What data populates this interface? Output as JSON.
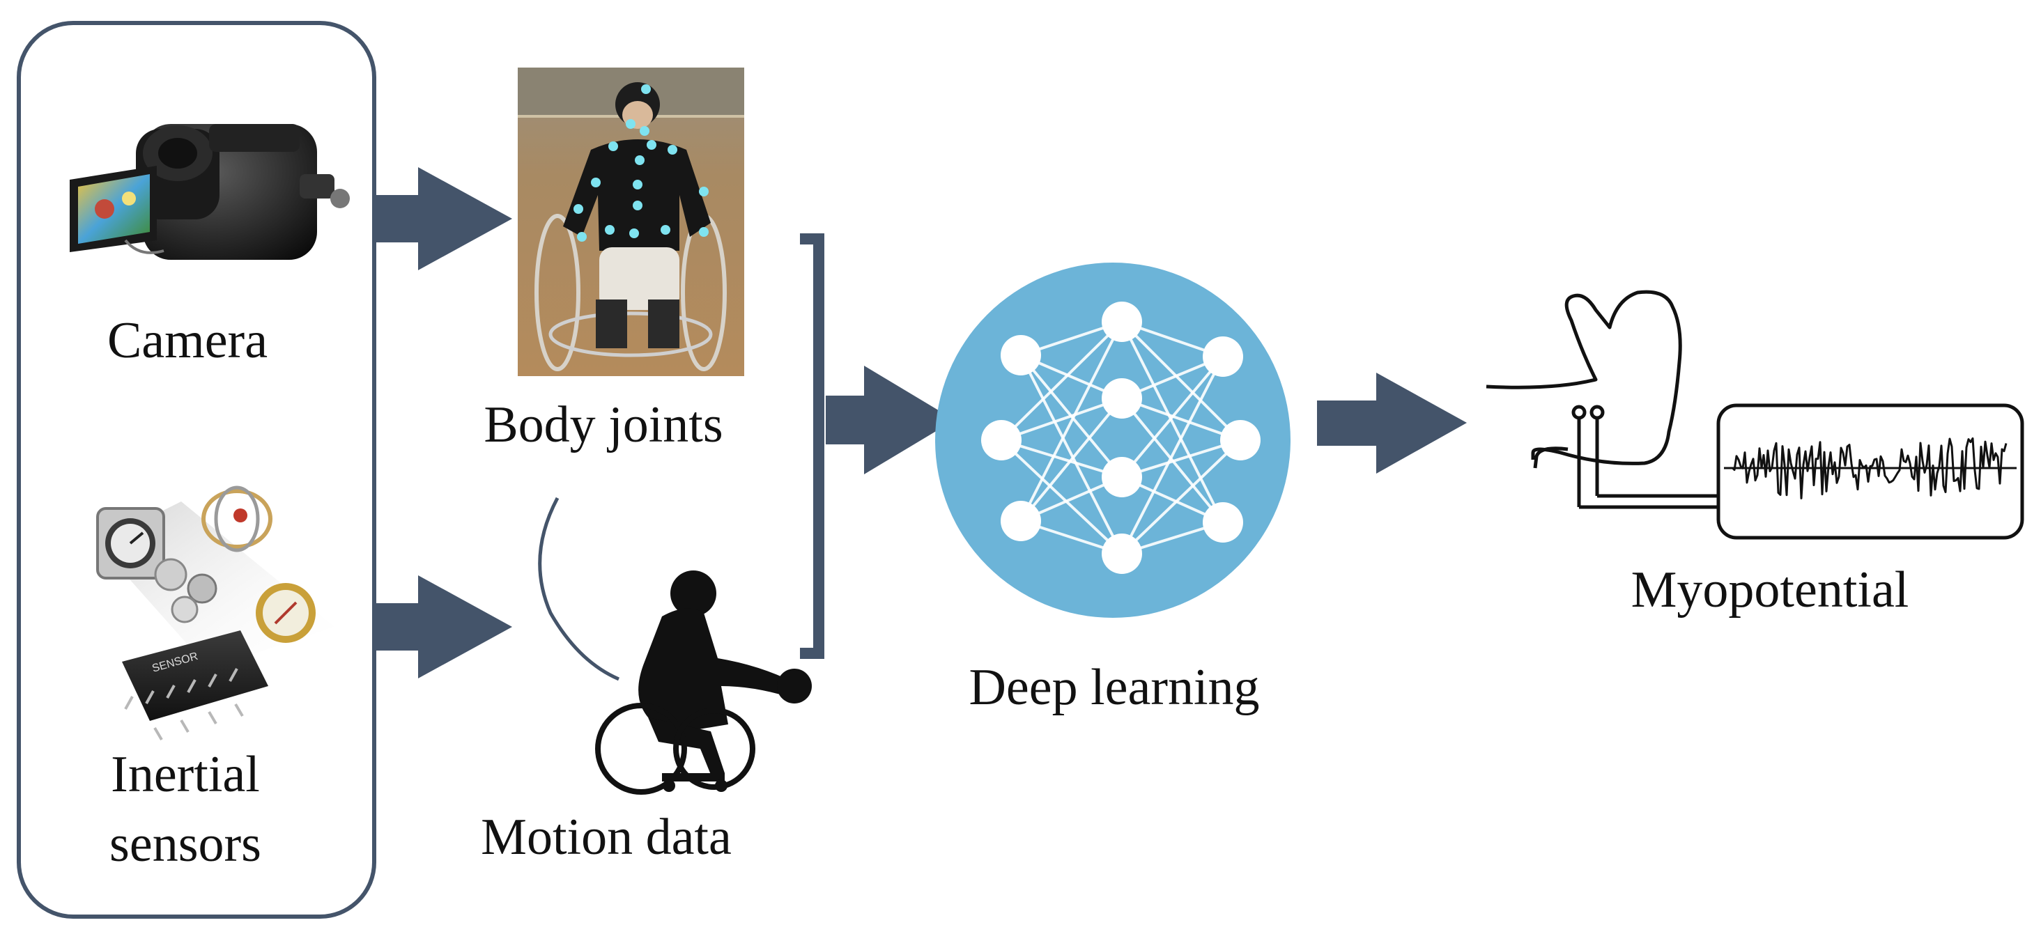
{
  "labels": {
    "camera": "Camera",
    "inertial_line1": "Inertial",
    "inertial_line2": "sensors",
    "body_joints": "Body joints",
    "motion_data": "Motion data",
    "deep_learning": "Deep learning",
    "myopotential": "Myopotential"
  },
  "colors": {
    "arrow": "#44546a",
    "network_circle": "#6cb4d8",
    "node": "#ffffff",
    "panel_border": "#44546a",
    "joint_dot": "#7fe3f0",
    "photo_bg": "#a88a63"
  },
  "icons": [
    "video-camera-icon",
    "inertial-sensors-icon",
    "wheelchair-athlete-icon",
    "neural-network-icon",
    "arm-emg-icon"
  ]
}
